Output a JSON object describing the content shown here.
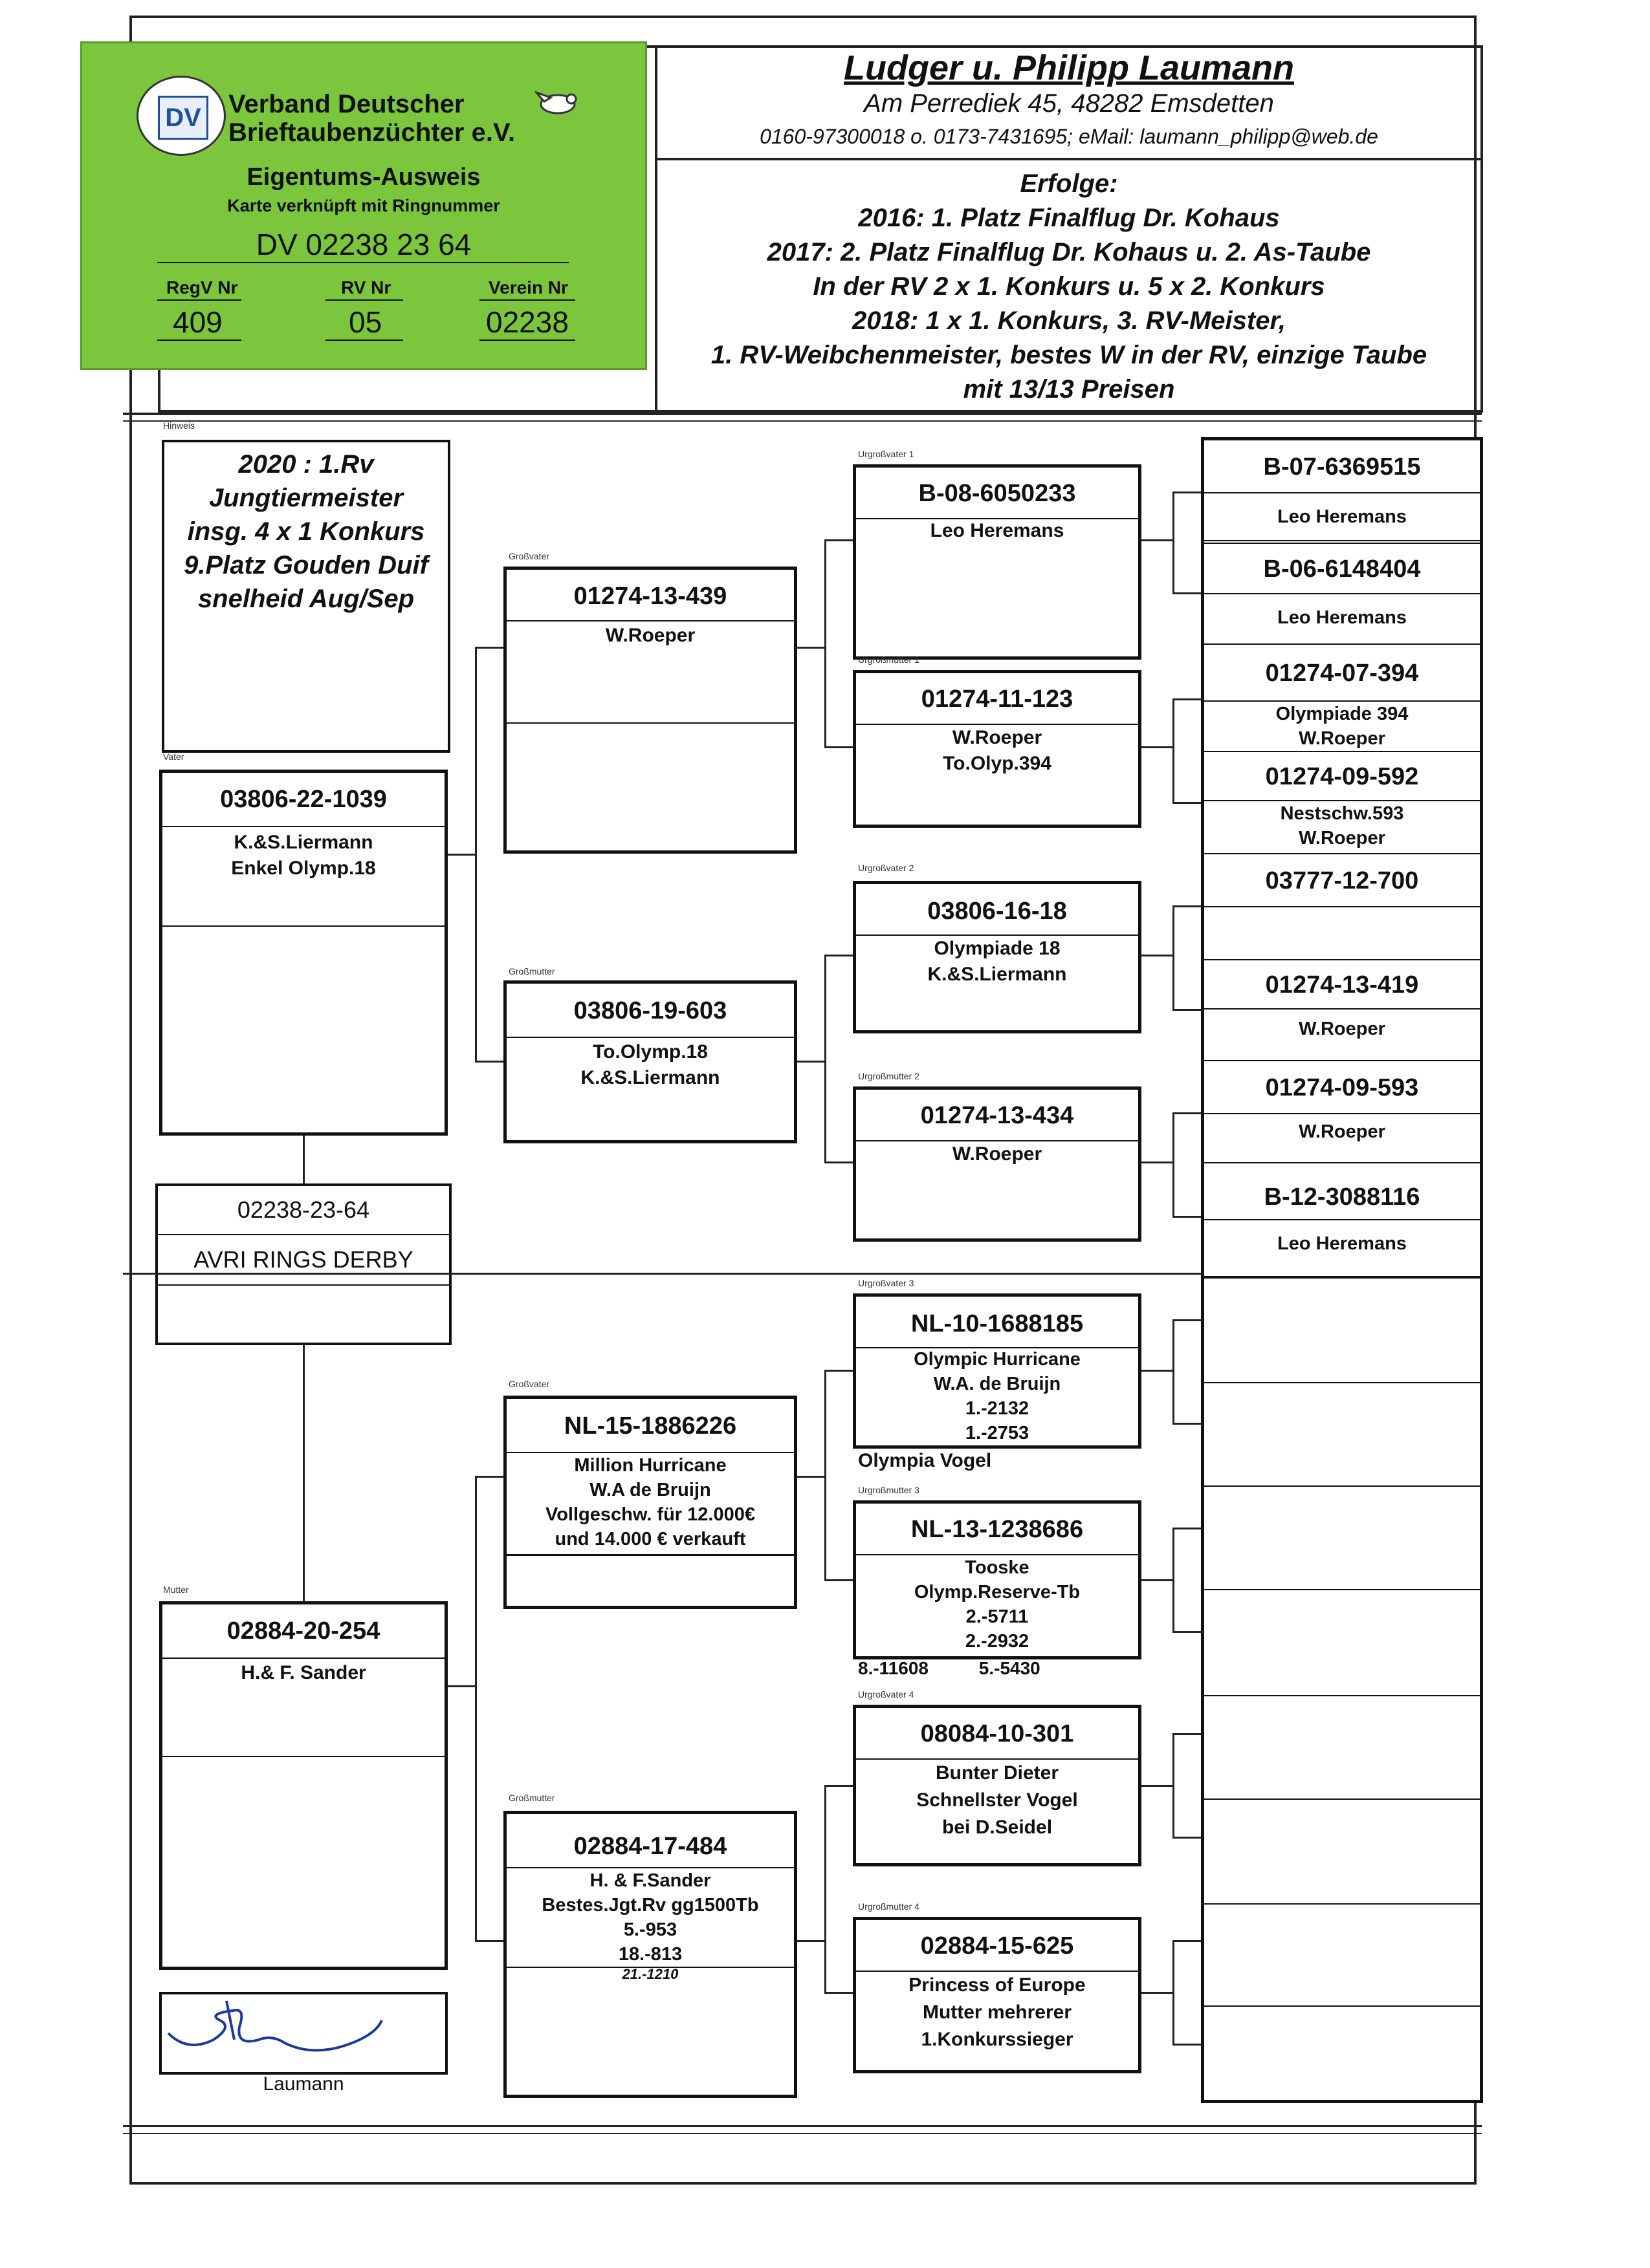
{
  "owner": {
    "name": "Ludger u. Philipp Laumann",
    "address": "Am Perrediek 45, 48282 Emsdetten",
    "contact": "0160-97300018 o. 0173-7431695; eMail: laumann_philipp@web.de"
  },
  "successes": {
    "heading": "Erfolge:",
    "lines": [
      "2016: 1. Platz Finalflug Dr. Kohaus",
      "2017: 2. Platz  Finalflug Dr. Kohaus u. 2. As-Taube",
      "In der RV 2 x 1. Konkurs u. 5 x 2. Konkurs",
      "2018: 1 x 1. Konkurs, 3. RV-Meister,",
      "1. RV-Weibchenmeister, bestes W in der RV, einzige Taube",
      "mit 13/13 Preisen"
    ]
  },
  "id_card": {
    "org_line1": "Verband Deutscher",
    "org_line2": "Brieftaubenzüchter e.V.",
    "title": "Eigentums-Ausweis",
    "subtitle": "Karte verknüpft mit Ringnummer",
    "ring": "DV 02238 23 64",
    "regv_label": "RegV Nr",
    "rv_label": "RV Nr",
    "verein_label": "Verein Nr",
    "regv": "409",
    "rv": "05",
    "verein": "02238"
  },
  "hint": {
    "label": "Hinweis",
    "text": "2020 : 1.Rv\nJungtiermeister\ninsg. 4 x 1 Konkurs\n9.Platz Gouden Duif\nsnelheid Aug/Sep"
  },
  "pigeon": {
    "ring": "02238-23-64",
    "name": "AVRI RINGS DERBY"
  },
  "signature": {
    "name": "Laumann"
  },
  "father": {
    "label": "Vater",
    "ring": "03806-22-1039",
    "info": "K.&S.Liermann\nEnkel Olymp.18"
  },
  "mother": {
    "label": "Mutter",
    "ring": "02884-20-254",
    "info": "H.& F. Sander"
  },
  "grandparents": [
    {
      "label": "Großvater",
      "ring": "01274-13-439",
      "info": "W.Roeper"
    },
    {
      "label": "Großmutter",
      "ring": "03806-19-603",
      "info": "To.Olymp.18\nK.&S.Liermann"
    },
    {
      "label": "Großvater",
      "ring": "NL-15-1886226",
      "info": "Million Hurricane\nW.A de Bruijn\nVollgeschw. für 12.000€\nund 14.000 € verkauft"
    },
    {
      "label": "Großmutter",
      "ring": "02884-17-484",
      "info": "H. & F.Sander\nBestes.Jgt.Rv gg1500Tb\n5.-953\n18.-813",
      "extra": "21.-1210"
    }
  ],
  "great_grandparents": [
    {
      "label": "Urgroßvater 1",
      "ring": "B-08-6050233",
      "info": "Leo Heremans"
    },
    {
      "label": "Urgroßmutter 1",
      "ring": "01274-11-123",
      "info": "W.Roeper\nTo.Olyp.394"
    },
    {
      "label": "Urgroßvater 2",
      "ring": "03806-16-18",
      "info": "Olympiade 18\nK.&S.Liermann"
    },
    {
      "label": "Urgroßmutter 2",
      "ring": "01274-13-434",
      "info": "W.Roeper"
    },
    {
      "label": "Urgroßvater 3",
      "ring": "NL-10-1688185",
      "info": "Olympic Hurricane\nW.A. de Bruijn\n1.-2132\n1.-2753",
      "extra": "Olympia Vogel"
    },
    {
      "label": "Urgroßmutter 3",
      "ring": "NL-13-1238686",
      "info": "Tooske\nOlymp.Reserve-Tb\n2.-5711\n2.-2932",
      "extra": "8.-11608          5.-5430"
    },
    {
      "label": "Urgroßvater 4",
      "ring": "08084-10-301",
      "info": "Bunter Dieter\nSchnellster Vogel\nbei D.Seidel"
    },
    {
      "label": "Urgroßmutter 4",
      "ring": "02884-15-625",
      "info": "Princess of Europe\nMutter mehrerer\n1.Konkurssieger"
    }
  ],
  "great_great_grandparents": [
    {
      "ring": "B-07-6369515",
      "info": "Leo Heremans"
    },
    {
      "ring": "B-06-6148404",
      "info": "Leo Heremans"
    },
    {
      "ring": "01274-07-394",
      "info": "Olympiade 394\nW.Roeper"
    },
    {
      "ring": "01274-09-592",
      "info": "Nestschw.593\nW.Roeper"
    },
    {
      "ring": "03777-12-700",
      "info": ""
    },
    {
      "ring": "01274-13-419",
      "info": "W.Roeper"
    },
    {
      "ring": "01274-09-593",
      "info": "W.Roeper"
    },
    {
      "ring": "B-12-3088116",
      "info": "Leo Heremans"
    }
  ]
}
